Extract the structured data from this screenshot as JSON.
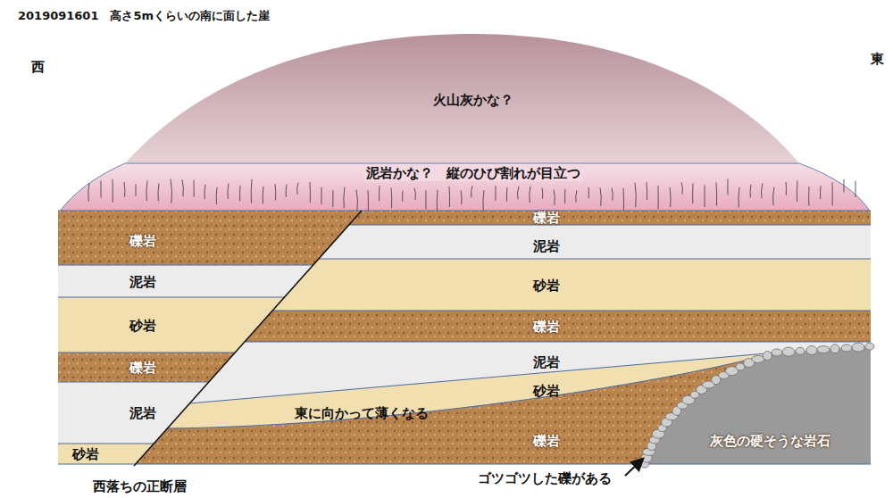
{
  "diagram": {
    "title": "2019091601　高さ5mくらいの南に面した崖",
    "labels": [
      "西",
      "東",
      "火山灰かな？",
      "泥岩かな？　縦のひび割れが目立つ",
      "礫岩",
      "礫岩",
      "泥岩",
      "泥岩",
      "砂岩",
      "砂岩",
      "礫岩",
      "礫岩",
      "泥岩",
      "泥岩",
      "砂岩",
      "東に向かって薄くなる",
      "礫岩",
      "灰色の硬そうな岩石",
      "砂岩",
      "ゴツゴツした礫がある",
      "西落ちの正断層"
    ]
  }
}
